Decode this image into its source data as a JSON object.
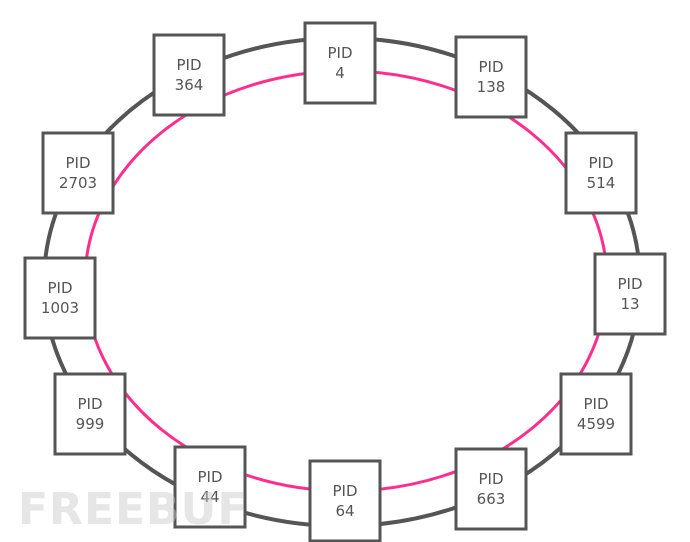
{
  "colors": {
    "outer_ring": "#555555",
    "inner_ring": "#ff2d8c",
    "box_border": "#555555",
    "box_text": "#555555",
    "watermark": "#c8c8c8"
  },
  "nodes": [
    {
      "label": "PID",
      "pid": "4"
    },
    {
      "label": "PID",
      "pid": "138"
    },
    {
      "label": "PID",
      "pid": "514"
    },
    {
      "label": "PID",
      "pid": "13"
    },
    {
      "label": "PID",
      "pid": "4599"
    },
    {
      "label": "PID",
      "pid": "663"
    },
    {
      "label": "PID",
      "pid": "64"
    },
    {
      "label": "PID",
      "pid": "44"
    },
    {
      "label": "PID",
      "pid": "999"
    },
    {
      "label": "PID",
      "pid": "1003"
    },
    {
      "label": "PID",
      "pid": "2703"
    },
    {
      "label": "PID",
      "pid": "364"
    }
  ],
  "watermark": "FREEBUF"
}
